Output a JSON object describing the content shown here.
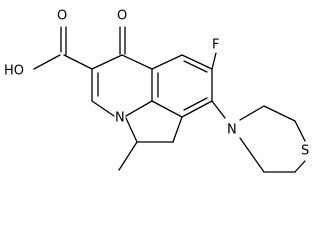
{
  "structure": {
    "atom_labels": {
      "carboxyl_hydroxyl": "HO",
      "carboxyl_carbonyl_oxygen": "O",
      "ketone_oxygen": "O",
      "fluorine": "F",
      "ring_nitrogen": "N",
      "morpholine_nitrogen": "N",
      "thio_sulfur": "S"
    }
  }
}
